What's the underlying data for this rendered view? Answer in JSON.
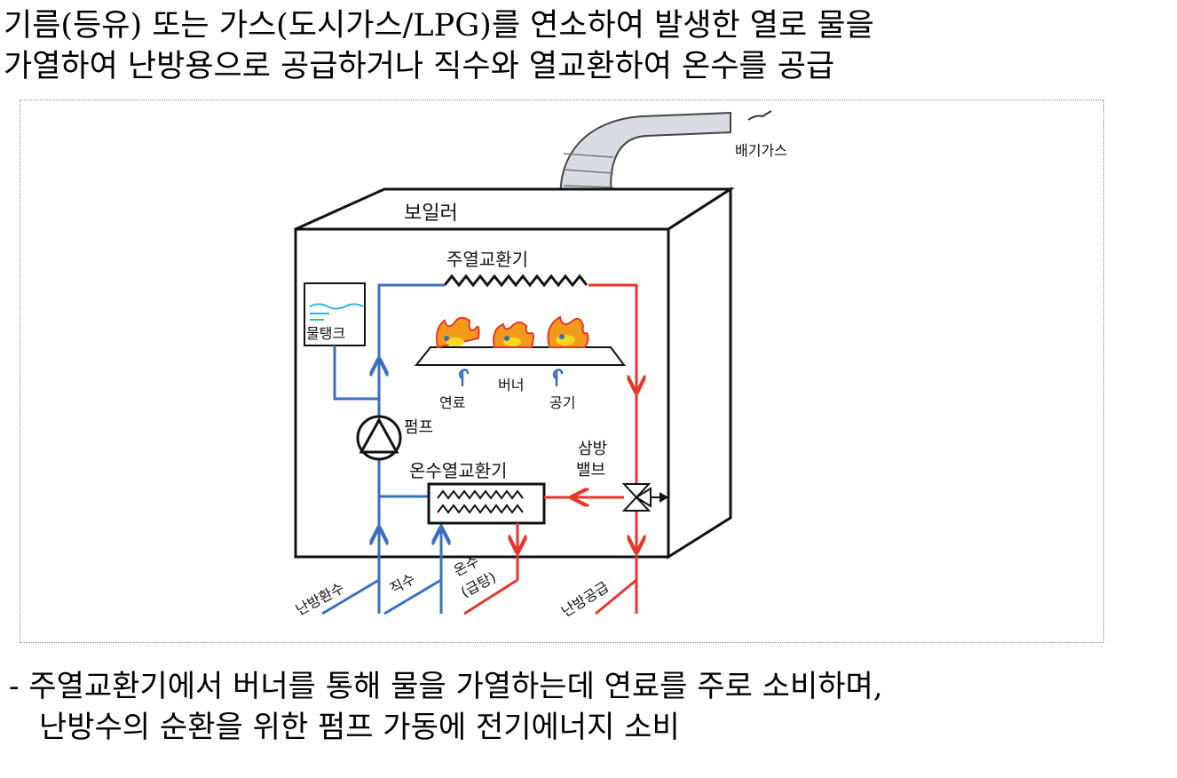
{
  "intro": {
    "line1": "기름(등유) 또는 가스(도시가스/LPG)를 연소하여 발생한 열로 물을",
    "line2": "가열하여 난방용으로 공급하거나 직수와 열교환하여 온수를 공급"
  },
  "diagram": {
    "exhaust": "배기가스",
    "boiler": "보일러",
    "main_hx": "주열교환기",
    "water_tank": "물탱크",
    "burner": "버너",
    "fuel": "연료",
    "air": "공기",
    "pump": "펌프",
    "dhw_hx": "온수열교환기",
    "valve_line1": "삼방",
    "valve_line2": "밸브",
    "heating_return": "난방환수",
    "cold_water": "직수",
    "hot_water_line1": "온수",
    "hot_water_line2": "(급탕)",
    "heating_supply": "난방공급",
    "colors": {
      "cold": "#3a6fc0",
      "hot": "#e8362a",
      "tank_water": "#2bb8d8",
      "flame": "#f39a1d"
    }
  },
  "bullet": {
    "line1": "- 주열교환기에서 버너를 통해 물을 가열하는데 연료를 주로 소비하며,",
    "line2": "  난방수의 순환을 위한 펌프 가동에 전기에너지 소비"
  }
}
